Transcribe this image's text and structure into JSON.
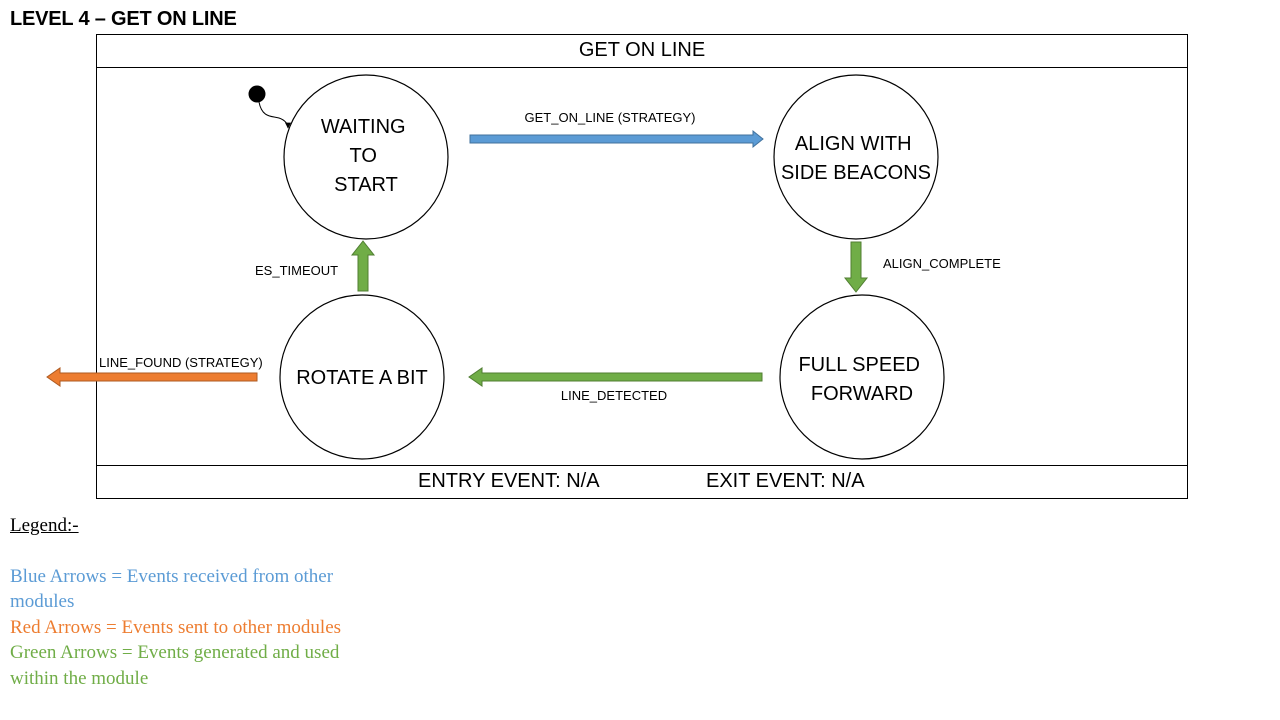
{
  "page_title": "LEVEL 4 – GET ON LINE",
  "frame": {
    "header": "GET ON LINE",
    "entry_event": "ENTRY EVENT: N/A",
    "exit_event": "EXIT EVENT: N/A"
  },
  "states": {
    "waiting_to_start": [
      "WAITING",
      "TO",
      "START"
    ],
    "align_with_side_beacons": [
      "ALIGN WITH",
      "SIDE BEACONS"
    ],
    "full_speed_forward": [
      "FULL SPEED",
      "FORWARD"
    ],
    "rotate_a_bit": [
      "ROTATE A BIT"
    ]
  },
  "transitions": {
    "get_on_line": "GET_ON_LINE (STRATEGY)",
    "align_complete": "ALIGN_COMPLETE",
    "line_detected": "LINE_DETECTED",
    "es_timeout": "ES_TIMEOUT",
    "line_found": "LINE_FOUND (STRATEGY)"
  },
  "legend": {
    "title": "Legend:-",
    "blue": "Blue Arrows = Events received from other modules",
    "red": "Red Arrows = Events sent to other modules",
    "green": "Green Arrows = Events generated and used within the module"
  },
  "colors": {
    "blue_arrow": "#5b9bd5",
    "red_arrow": "#ed7d31",
    "green_arrow": "#70ad47"
  }
}
